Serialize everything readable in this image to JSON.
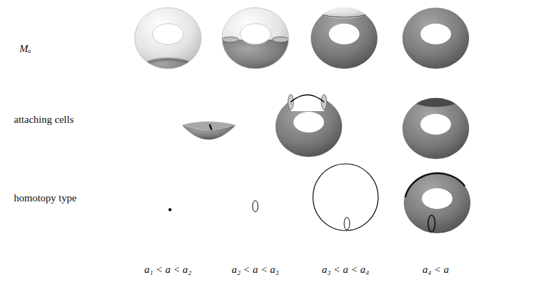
{
  "diagram": {
    "labels": [
      "Mₐ",
      "attaching cells",
      "homotopy type",
      "a₁ < a < a₂",
      "a₂ < a < a₃",
      "a₃ < a < a₄",
      "a₄ < a"
    ]
  }
}
